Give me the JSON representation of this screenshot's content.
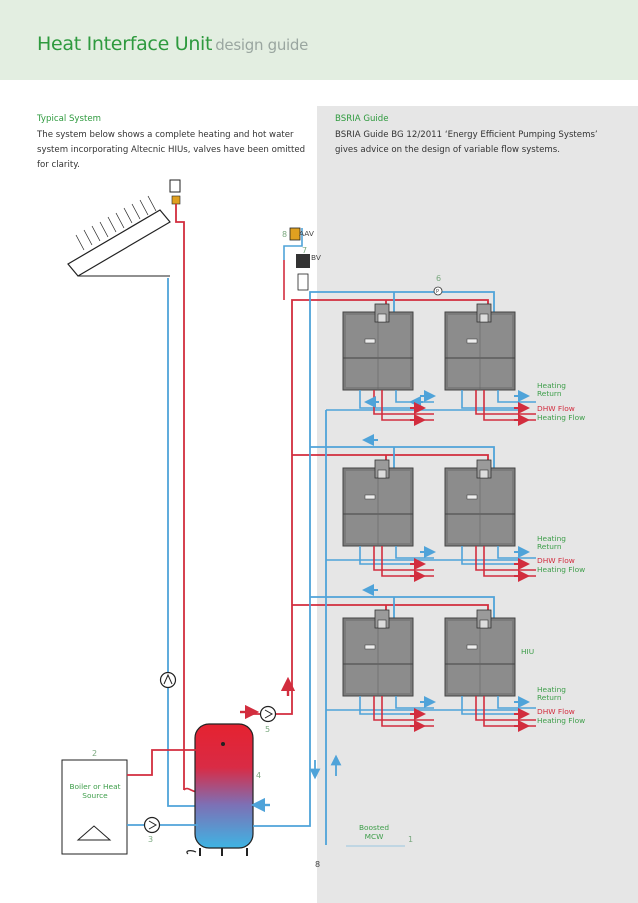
{
  "header": {
    "title_main": "Heat Interface Unit",
    "title_sub": "design guide"
  },
  "left_text": {
    "heading": "Typical System",
    "body": "The system below shows a complete heating and hot water system incorporating Altecnic HIUs, valves have been omitted for clarity."
  },
  "right_text": {
    "heading": "BSRIA Guide",
    "body": "BSRIA Guide BG 12/2011 ‘Energy Efficient Pumping Systems’ gives advice on the design of variable flow systems."
  },
  "labels": {
    "aav": "AAV",
    "bv": "BV",
    "num8": "8",
    "num7": "7",
    "num6": "6",
    "p": "P",
    "heating_return": "Heating Return",
    "dhw_flow": "DHW Flow",
    "heating_flow": "Heating Flow",
    "hiu": "HIU",
    "num5": "5",
    "num4": "4",
    "num3": "3",
    "num2": "2",
    "boiler": "Boiler or Heat Source",
    "boosted": "Boosted MCW",
    "num1": "1",
    "page": "8"
  },
  "colors": {
    "flow": "#d22d3e",
    "return": "#4fa3d9",
    "header_bg": "#e3eee1",
    "accent": "#2e9a3e",
    "panel": "#e6e6e6"
  }
}
